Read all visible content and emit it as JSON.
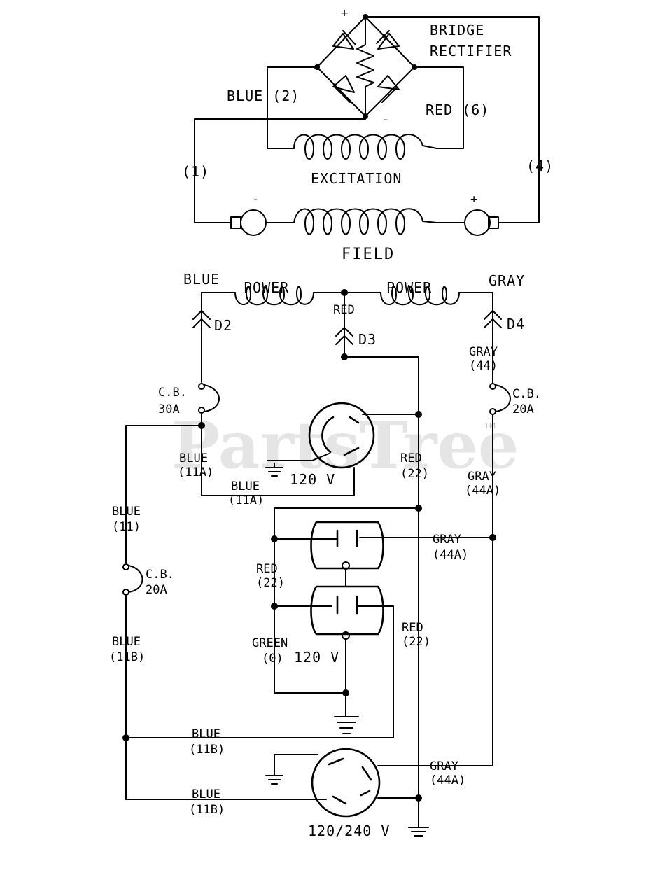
{
  "watermark": {
    "brand": "PartsTree",
    "trademark": "TM"
  },
  "top": {
    "bridge_title_1": "BRIDGE",
    "bridge_title_2": "RECTIFIER",
    "plus": "+",
    "minus": "-",
    "blue2": "BLUE (2)",
    "red6": "RED (6)",
    "lead1": "(1)",
    "lead4": "(4)",
    "excitation": "EXCITATION",
    "field": "FIELD",
    "field_minus": "-",
    "field_plus": "+"
  },
  "bottom": {
    "blue_top": "BLUE",
    "gray_top": "GRAY",
    "power_left": "POWER",
    "power_right": "POWER",
    "red_mid": "RED",
    "d2": "D2",
    "d3": "D3",
    "d4": "D4",
    "gray44": [
      "GRAY",
      "(44)"
    ],
    "cb30": [
      "C.B.",
      "30A"
    ],
    "cb20_right": [
      "C.B.",
      "20A"
    ],
    "cb20_left": [
      "C.B.",
      "20A"
    ],
    "blue11a_1": [
      "BLUE",
      "(11A)"
    ],
    "blue11a_2": [
      "BLUE",
      "(11A)"
    ],
    "v120_top": "120 V",
    "red22_1": [
      "RED",
      "(22)"
    ],
    "gray44a_1": [
      "GRAY",
      "(44A)"
    ],
    "blue11": [
      "BLUE",
      "(11)"
    ],
    "gray44a_2": [
      "GRAY",
      "(44A)"
    ],
    "red22_2": [
      "RED",
      "(22)"
    ],
    "green0": [
      "GREEN",
      "(0)"
    ],
    "v120_mid": "120 V",
    "red22_3": [
      "RED",
      "(22)"
    ],
    "blue11b_1": [
      "BLUE",
      "(11B)"
    ],
    "blue11b_2": [
      "BLUE",
      "(11B)"
    ],
    "gray44a_3": [
      "GRAY",
      "(44A)"
    ],
    "blue11b_3": [
      "BLUE",
      "(11B)"
    ],
    "v120_240": "120/240 V"
  }
}
